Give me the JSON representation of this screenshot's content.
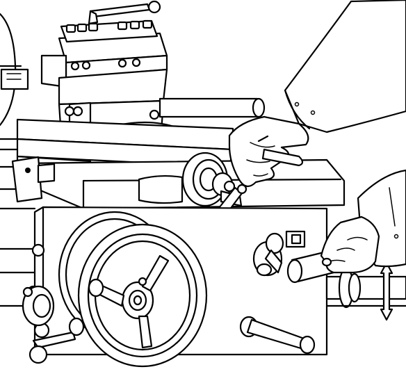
{
  "illustration": {
    "subject": "lathe-carriage-apron-handwheel-operation",
    "style": "black-line-art",
    "colors": {
      "line": "#000000",
      "background": "#ffffff"
    },
    "icon": "double-headed-vertical-arrow"
  }
}
